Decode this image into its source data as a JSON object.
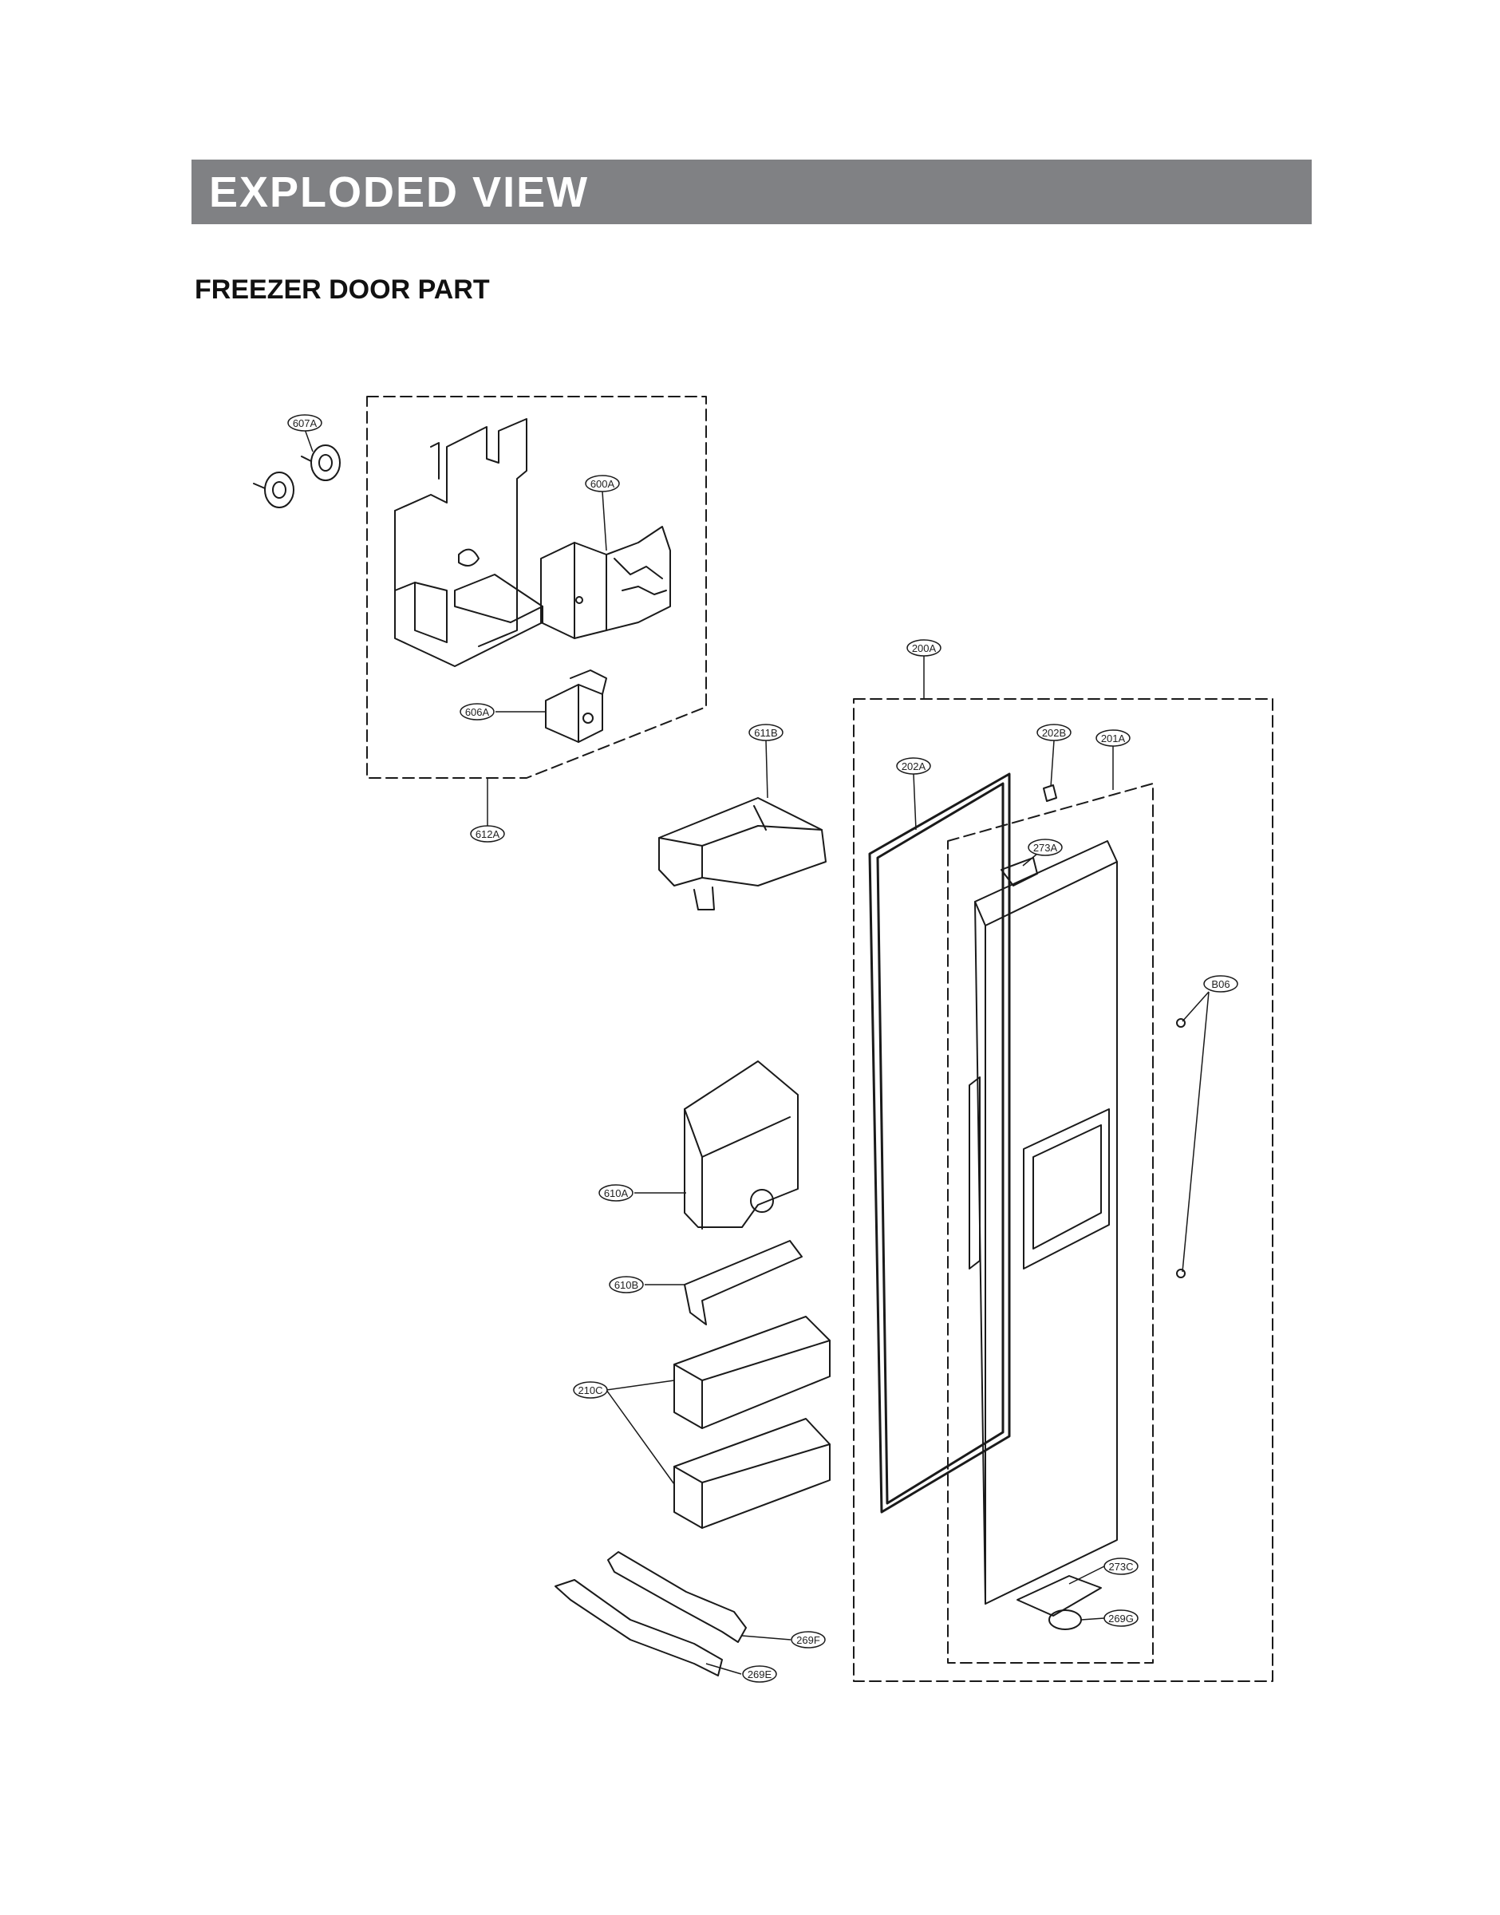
{
  "header": {
    "title": "EXPLODED VIEW"
  },
  "section": {
    "title": "FREEZER DOOR PART"
  },
  "colors": {
    "header_bar": "#808184",
    "line": "#1a1a1a"
  },
  "callouts": [
    {
      "id": "c-607A",
      "label": "607A"
    },
    {
      "id": "c-600A",
      "label": "600A"
    },
    {
      "id": "c-606A",
      "label": "606A"
    },
    {
      "id": "c-612A",
      "label": "612A"
    },
    {
      "id": "c-611B",
      "label": "611B"
    },
    {
      "id": "c-200A",
      "label": "200A"
    },
    {
      "id": "c-202B",
      "label": "202B"
    },
    {
      "id": "c-201A",
      "label": "201A"
    },
    {
      "id": "c-202A",
      "label": "202A"
    },
    {
      "id": "c-273A",
      "label": "273A"
    },
    {
      "id": "c-B06",
      "label": "B06"
    },
    {
      "id": "c-610A",
      "label": "610A"
    },
    {
      "id": "c-610B",
      "label": "610B"
    },
    {
      "id": "c-210C",
      "label": "210C"
    },
    {
      "id": "c-273C",
      "label": "273C"
    },
    {
      "id": "c-269G",
      "label": "269G"
    },
    {
      "id": "c-269F",
      "label": "269F"
    },
    {
      "id": "c-269E",
      "label": "269E"
    }
  ]
}
